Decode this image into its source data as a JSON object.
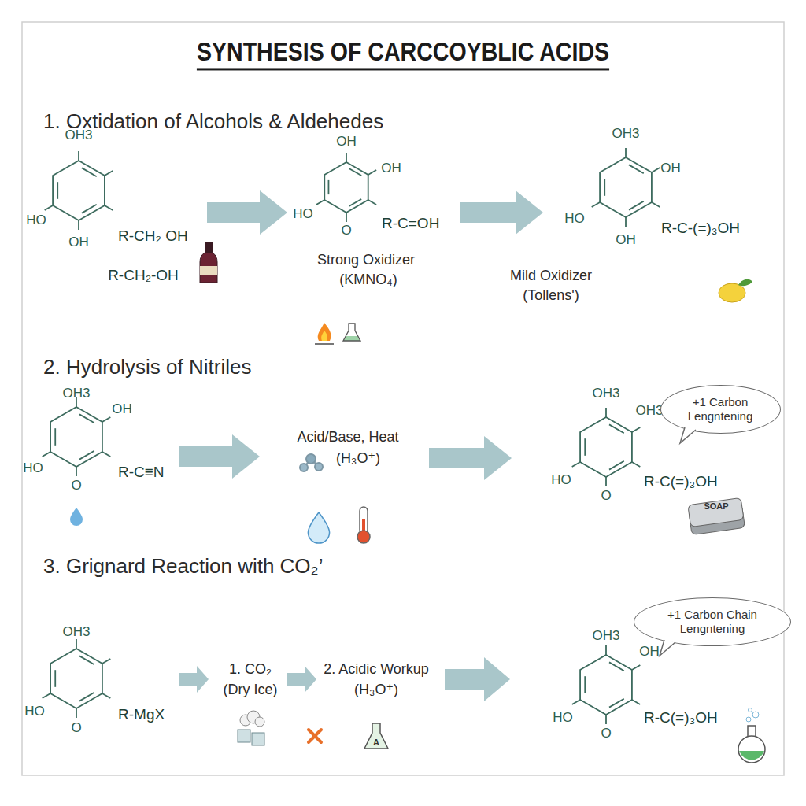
{
  "diagram": {
    "title": "SYNTHESIS OF CARCCOYBLIC ACIDS",
    "nodes": [
      {
        "text": [
          "+1 Carbon Lengntening"
        ]
      },
      {
        "text": [
          "+1 Carbon Chain Lengntening"
        ]
      }
    ],
    "labels": [
      "1. Oxtidation of Alcohols & Aldehedes",
      "OH3",
      "HO",
      "OH",
      "R-CH₂ OH",
      "R-CH₂-OH",
      "OH",
      "OH",
      "HO",
      "O",
      "R-C=OH",
      "Strong Oxidizer",
      "(KMNO₄)",
      "OH3",
      "OH",
      "HO",
      "OH",
      "R-C-(=)₃OH",
      "Mild Oxidizer",
      "(Tollens')",
      "2. Hydrolysis of Nitriles",
      "OH3",
      "OH",
      "HO",
      "O",
      "R-C≡N",
      "Acid/Base, Heat",
      "(H₃O⁺)",
      "OH3",
      "OH3",
      "HO",
      "O",
      "R-C(=)₃OH",
      "SOAP",
      "3. Grignard Reaction with CO₂’",
      "OH3",
      "HO",
      "O",
      "R-MgX",
      "1. CO₂",
      "(Dry Ice)",
      "2. Acidic Workup",
      "(H₃O⁺)",
      "A",
      "OH3",
      "OH",
      "HO",
      "O",
      "R-C(=)₃OH"
    ]
  }
}
